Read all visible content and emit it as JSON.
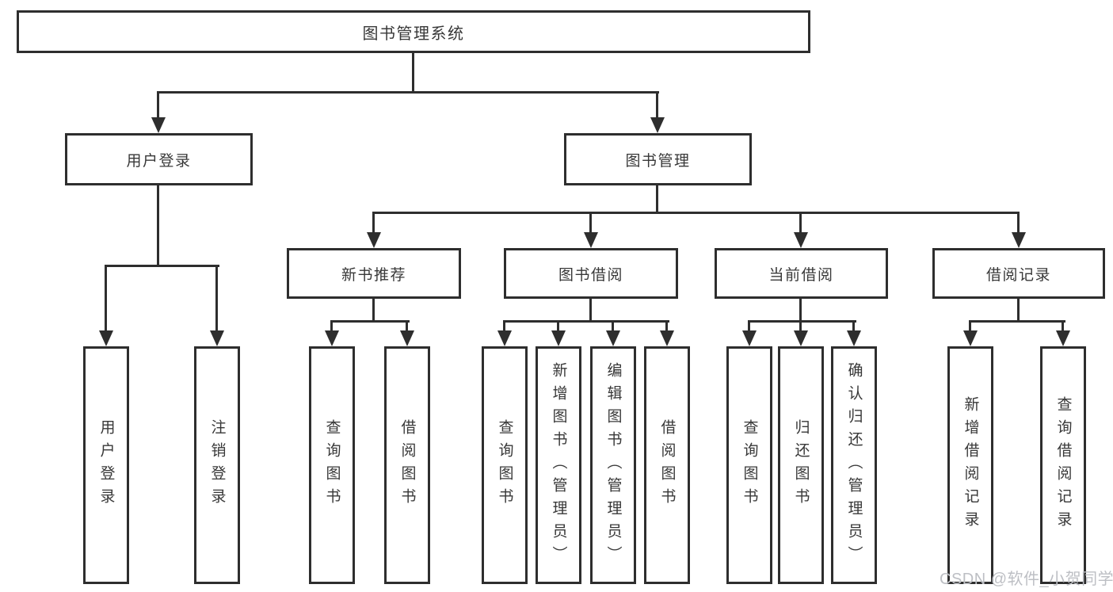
{
  "root": {
    "label": "图书管理系统"
  },
  "level2": [
    {
      "label": "用户登录"
    },
    {
      "label": "图书管理"
    }
  ],
  "level3": [
    {
      "label": "新书推荐"
    },
    {
      "label": "图书借阅"
    },
    {
      "label": "当前借阅"
    },
    {
      "label": "借阅记录"
    }
  ],
  "leaves": [
    {
      "label": "用户登录"
    },
    {
      "label": "注销登录"
    },
    {
      "label": "查询图书"
    },
    {
      "label": "借阅图书"
    },
    {
      "label": "查询图书"
    },
    {
      "label": "新增图书（管理员）"
    },
    {
      "label": "编辑图书（管理员）"
    },
    {
      "label": "借阅图书"
    },
    {
      "label": "查询图书"
    },
    {
      "label": "归还图书"
    },
    {
      "label": "确认归还（管理员）"
    },
    {
      "label": "新增借阅记录"
    },
    {
      "label": "查询借阅记录"
    }
  ],
  "watermark": {
    "text": "CSDN @软件_小贺同学"
  },
  "colors": {
    "line": "#2e2e2e",
    "text": "#383838",
    "watermark": "#bdbfc4",
    "background": "#ffffff"
  }
}
